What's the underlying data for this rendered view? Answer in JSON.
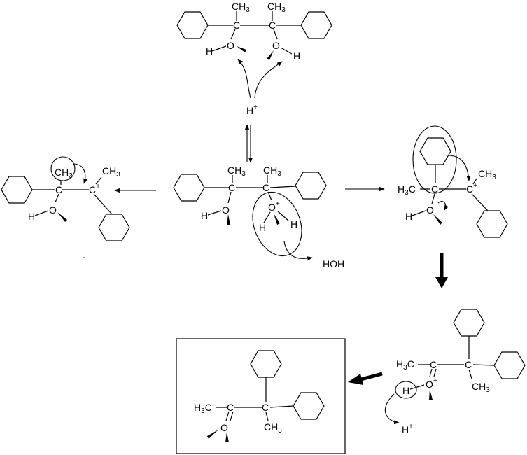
{
  "labels": {
    "c": "C",
    "o": "O",
    "h": "H",
    "ch3": "CH",
    "h3c": "H",
    "three": "3",
    "plus": "+",
    "hoh": "HOH"
  },
  "colors": {
    "ink": "#000000",
    "background": "#ffffff"
  }
}
